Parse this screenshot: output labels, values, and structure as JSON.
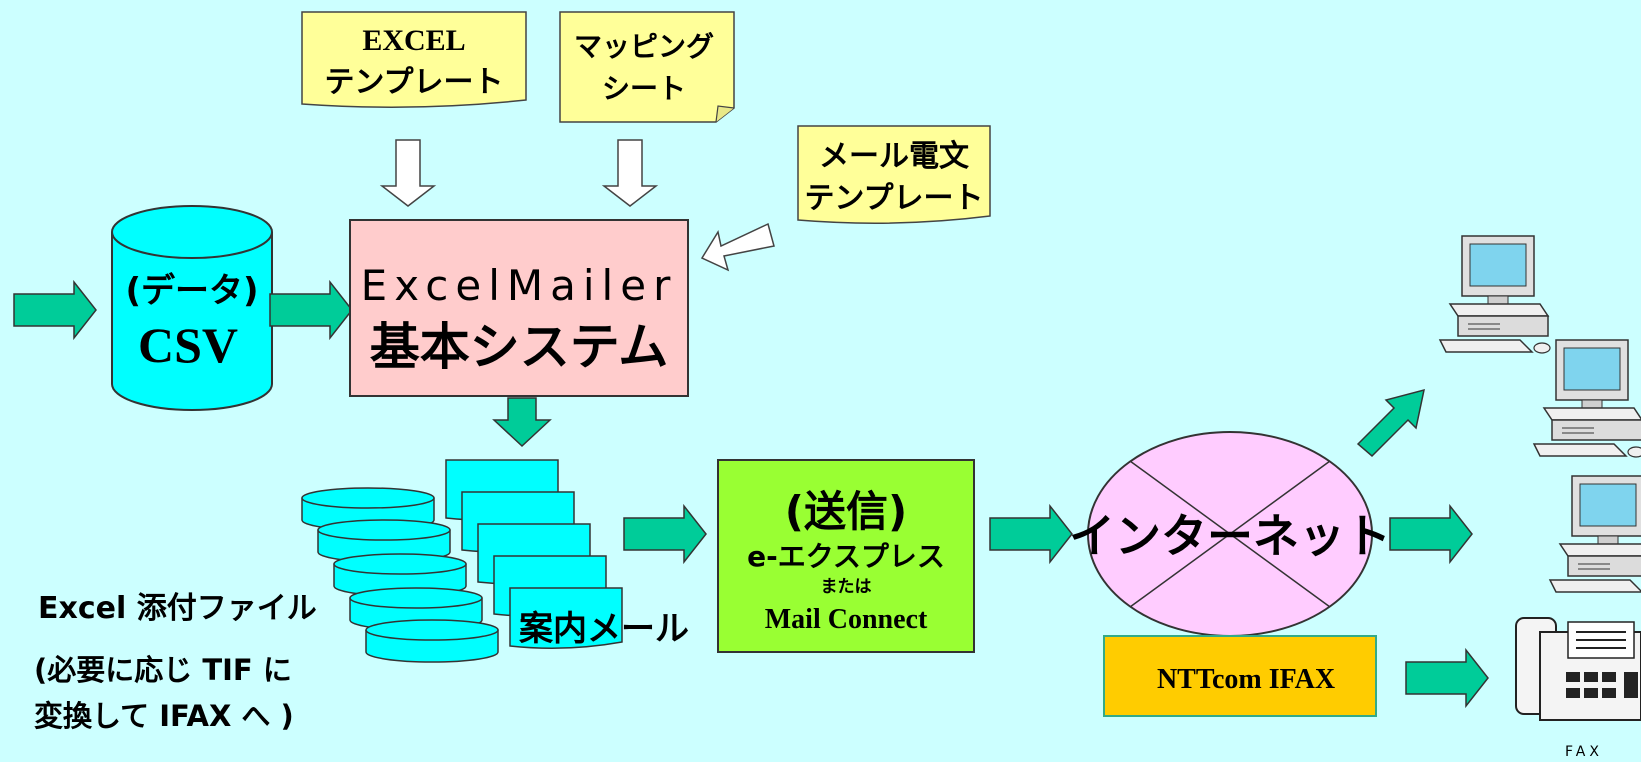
{
  "notes": {
    "excel_template": [
      "EXCEL",
      "テンプレート"
    ],
    "mapping_sheet": [
      "マッピング",
      "シート"
    ],
    "mail_template": [
      "メール電文",
      "テンプレート"
    ]
  },
  "csv": {
    "line1": "(データ)",
    "line2": "CSV"
  },
  "core": {
    "line1": "ExcelMailer",
    "line2": "基本システム"
  },
  "attachments": {
    "label": "Excel 添付ファイル",
    "note1": "(必要に応じ TIF に",
    "note2": "変換して IFAX へ )"
  },
  "guide_mail": "案内メール",
  "send_box": {
    "line1": "(送信)",
    "line2": "e-エクスプレス",
    "line3": "または",
    "line4": "Mail Connect"
  },
  "internet": "インターネット",
  "ifax": "NTTcom IFAX",
  "fax_label": "FAX",
  "colors": {
    "background": "#ccffff",
    "note": "#ffff99",
    "cylinder": "#00ffff",
    "core_box": "#ffcccc",
    "send_box": "#99ff33",
    "internet": "#ffccff",
    "ifax_box": "#ffcc00",
    "arrow": "#00cc99"
  }
}
